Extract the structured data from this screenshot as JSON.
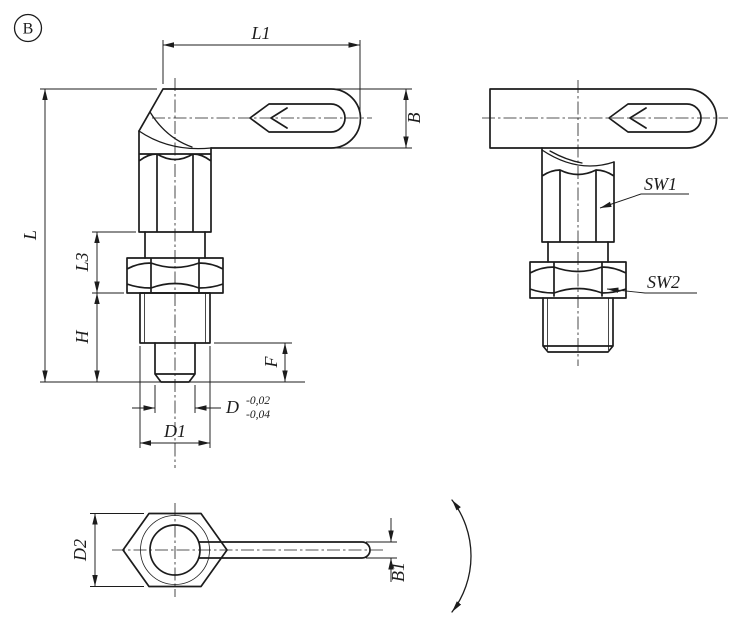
{
  "view_label": "B",
  "colors": {
    "line": "#1c1c1c",
    "background": "#ffffff"
  },
  "front_view": {
    "dim_L1": "L1",
    "dim_B": "B",
    "dim_L": "L",
    "dim_L3": "L3",
    "dim_H": "H",
    "dim_F": "F",
    "dim_D": "D",
    "dim_D_tol_upper": "-0,02",
    "dim_D_tol_lower": "-0,04",
    "dim_D1": "D1"
  },
  "side_view": {
    "dim_SW1": "SW1",
    "dim_SW2": "SW2"
  },
  "bottom_view": {
    "dim_D2": "D2",
    "dim_B1": "B1"
  }
}
